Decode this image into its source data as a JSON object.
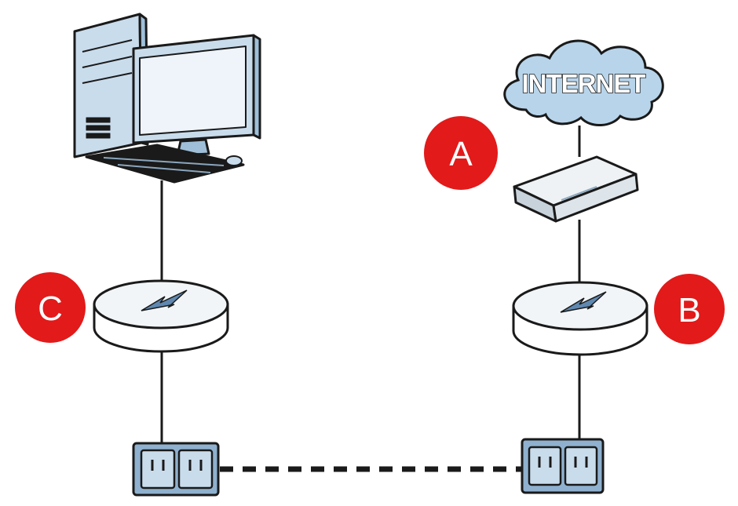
{
  "cloud": {
    "label": "INTERNET"
  },
  "badges": {
    "a": {
      "label": "A",
      "color": "#e21a1a"
    },
    "b": {
      "label": "B",
      "color": "#e21a1a"
    },
    "c": {
      "label": "C",
      "color": "#e21a1a"
    }
  },
  "colors": {
    "device_blue": "#c9dcec",
    "device_outline": "#1a1a1a",
    "cloud_fill": "#b7d4ea",
    "link_line": "#1a1a1a"
  },
  "links": {
    "powerline": {
      "style": "dashed"
    },
    "network": {
      "style": "solid"
    }
  },
  "icons": {
    "computer": "desktop-computer-icon",
    "cloud": "internet-cloud-icon",
    "modem": "modem-icon",
    "adapter": "powerline-adapter-icon",
    "outlet": "wall-outlet-icon"
  }
}
